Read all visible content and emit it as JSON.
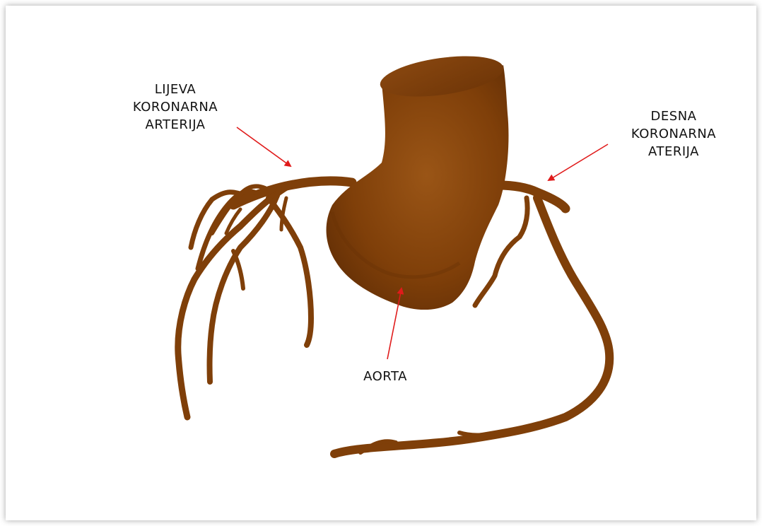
{
  "labels": {
    "left_coronary": [
      "LIJEVA",
      "KORONARNA",
      "ARTERIJA"
    ],
    "right_coronary": [
      "DESNA",
      "KORONARNA",
      "ATERIJA"
    ],
    "aorta": "AORTA"
  },
  "colors": {
    "vessel": "#7f3f09",
    "vessel_light": "#a45a14",
    "vessel_dark": "#5e2c05",
    "arrow": "#e01b1b"
  }
}
